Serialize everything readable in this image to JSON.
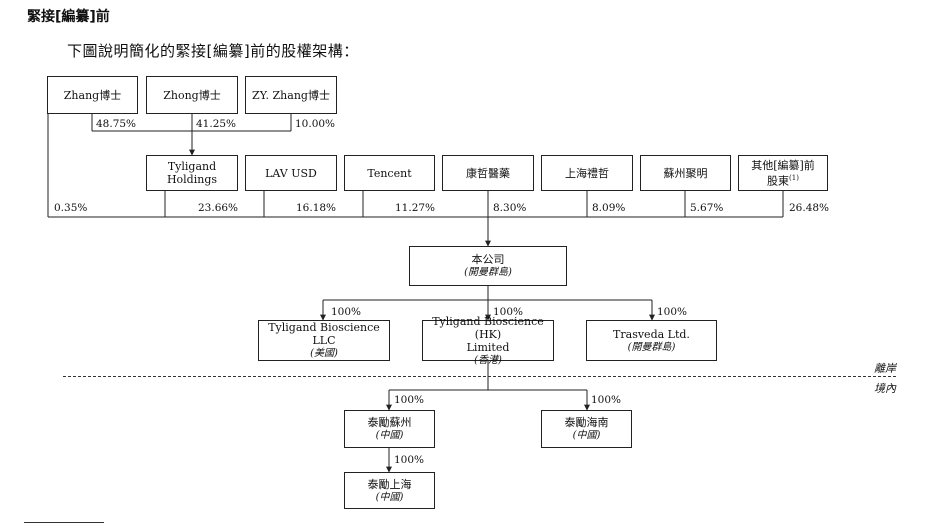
{
  "heading": "緊接[編纂]前",
  "intro": "下圖說明簡化的緊接[編纂]前的股權架構：",
  "founders": [
    {
      "name": "Zhang博士",
      "pct": "48.75%"
    },
    {
      "name": "Zhong博士",
      "pct": "41.25%"
    },
    {
      "name": "ZY. Zhang博士",
      "pct": "10.00%"
    }
  ],
  "zhang_direct_pct": "0.35%",
  "holders": [
    {
      "name": "Tyligand Holdings",
      "pct": "23.66%"
    },
    {
      "name": "LAV USD",
      "pct": "16.18%"
    },
    {
      "name": "Tencent",
      "pct": "11.27%"
    },
    {
      "name": "康哲醫藥",
      "pct": "8.30%"
    },
    {
      "name": "上海禮哲",
      "pct": "8.09%"
    },
    {
      "name": "蘇州聚明",
      "pct": "5.67%"
    },
    {
      "name": "其他[編纂]前",
      "name2": "股東",
      "sup": "(1)",
      "pct": "26.48%"
    }
  ],
  "company": {
    "name": "本公司",
    "sub": "(開曼群島)"
  },
  "subsidiaries": [
    {
      "name": "Tyligand Bioscience LLC",
      "sub": "(美國)",
      "pct": "100%"
    },
    {
      "name": "Tyligand Bioscience (HK)",
      "name2": "Limited",
      "sub": "(香港)",
      "pct": "100%"
    },
    {
      "name": "Trasveda Ltd.",
      "sub": "(開曼群島)",
      "pct": "100%"
    }
  ],
  "offshore_label": "離岸",
  "onshore_label": "境內",
  "onshore": [
    {
      "name": "泰勵蘇州",
      "sub": "(中國)",
      "pct": "100%"
    },
    {
      "name": "泰勵海南",
      "sub": "(中國)",
      "pct": "100%"
    },
    {
      "name": "泰勵上海",
      "sub": "(中國)",
      "pct": "100%"
    }
  ]
}
